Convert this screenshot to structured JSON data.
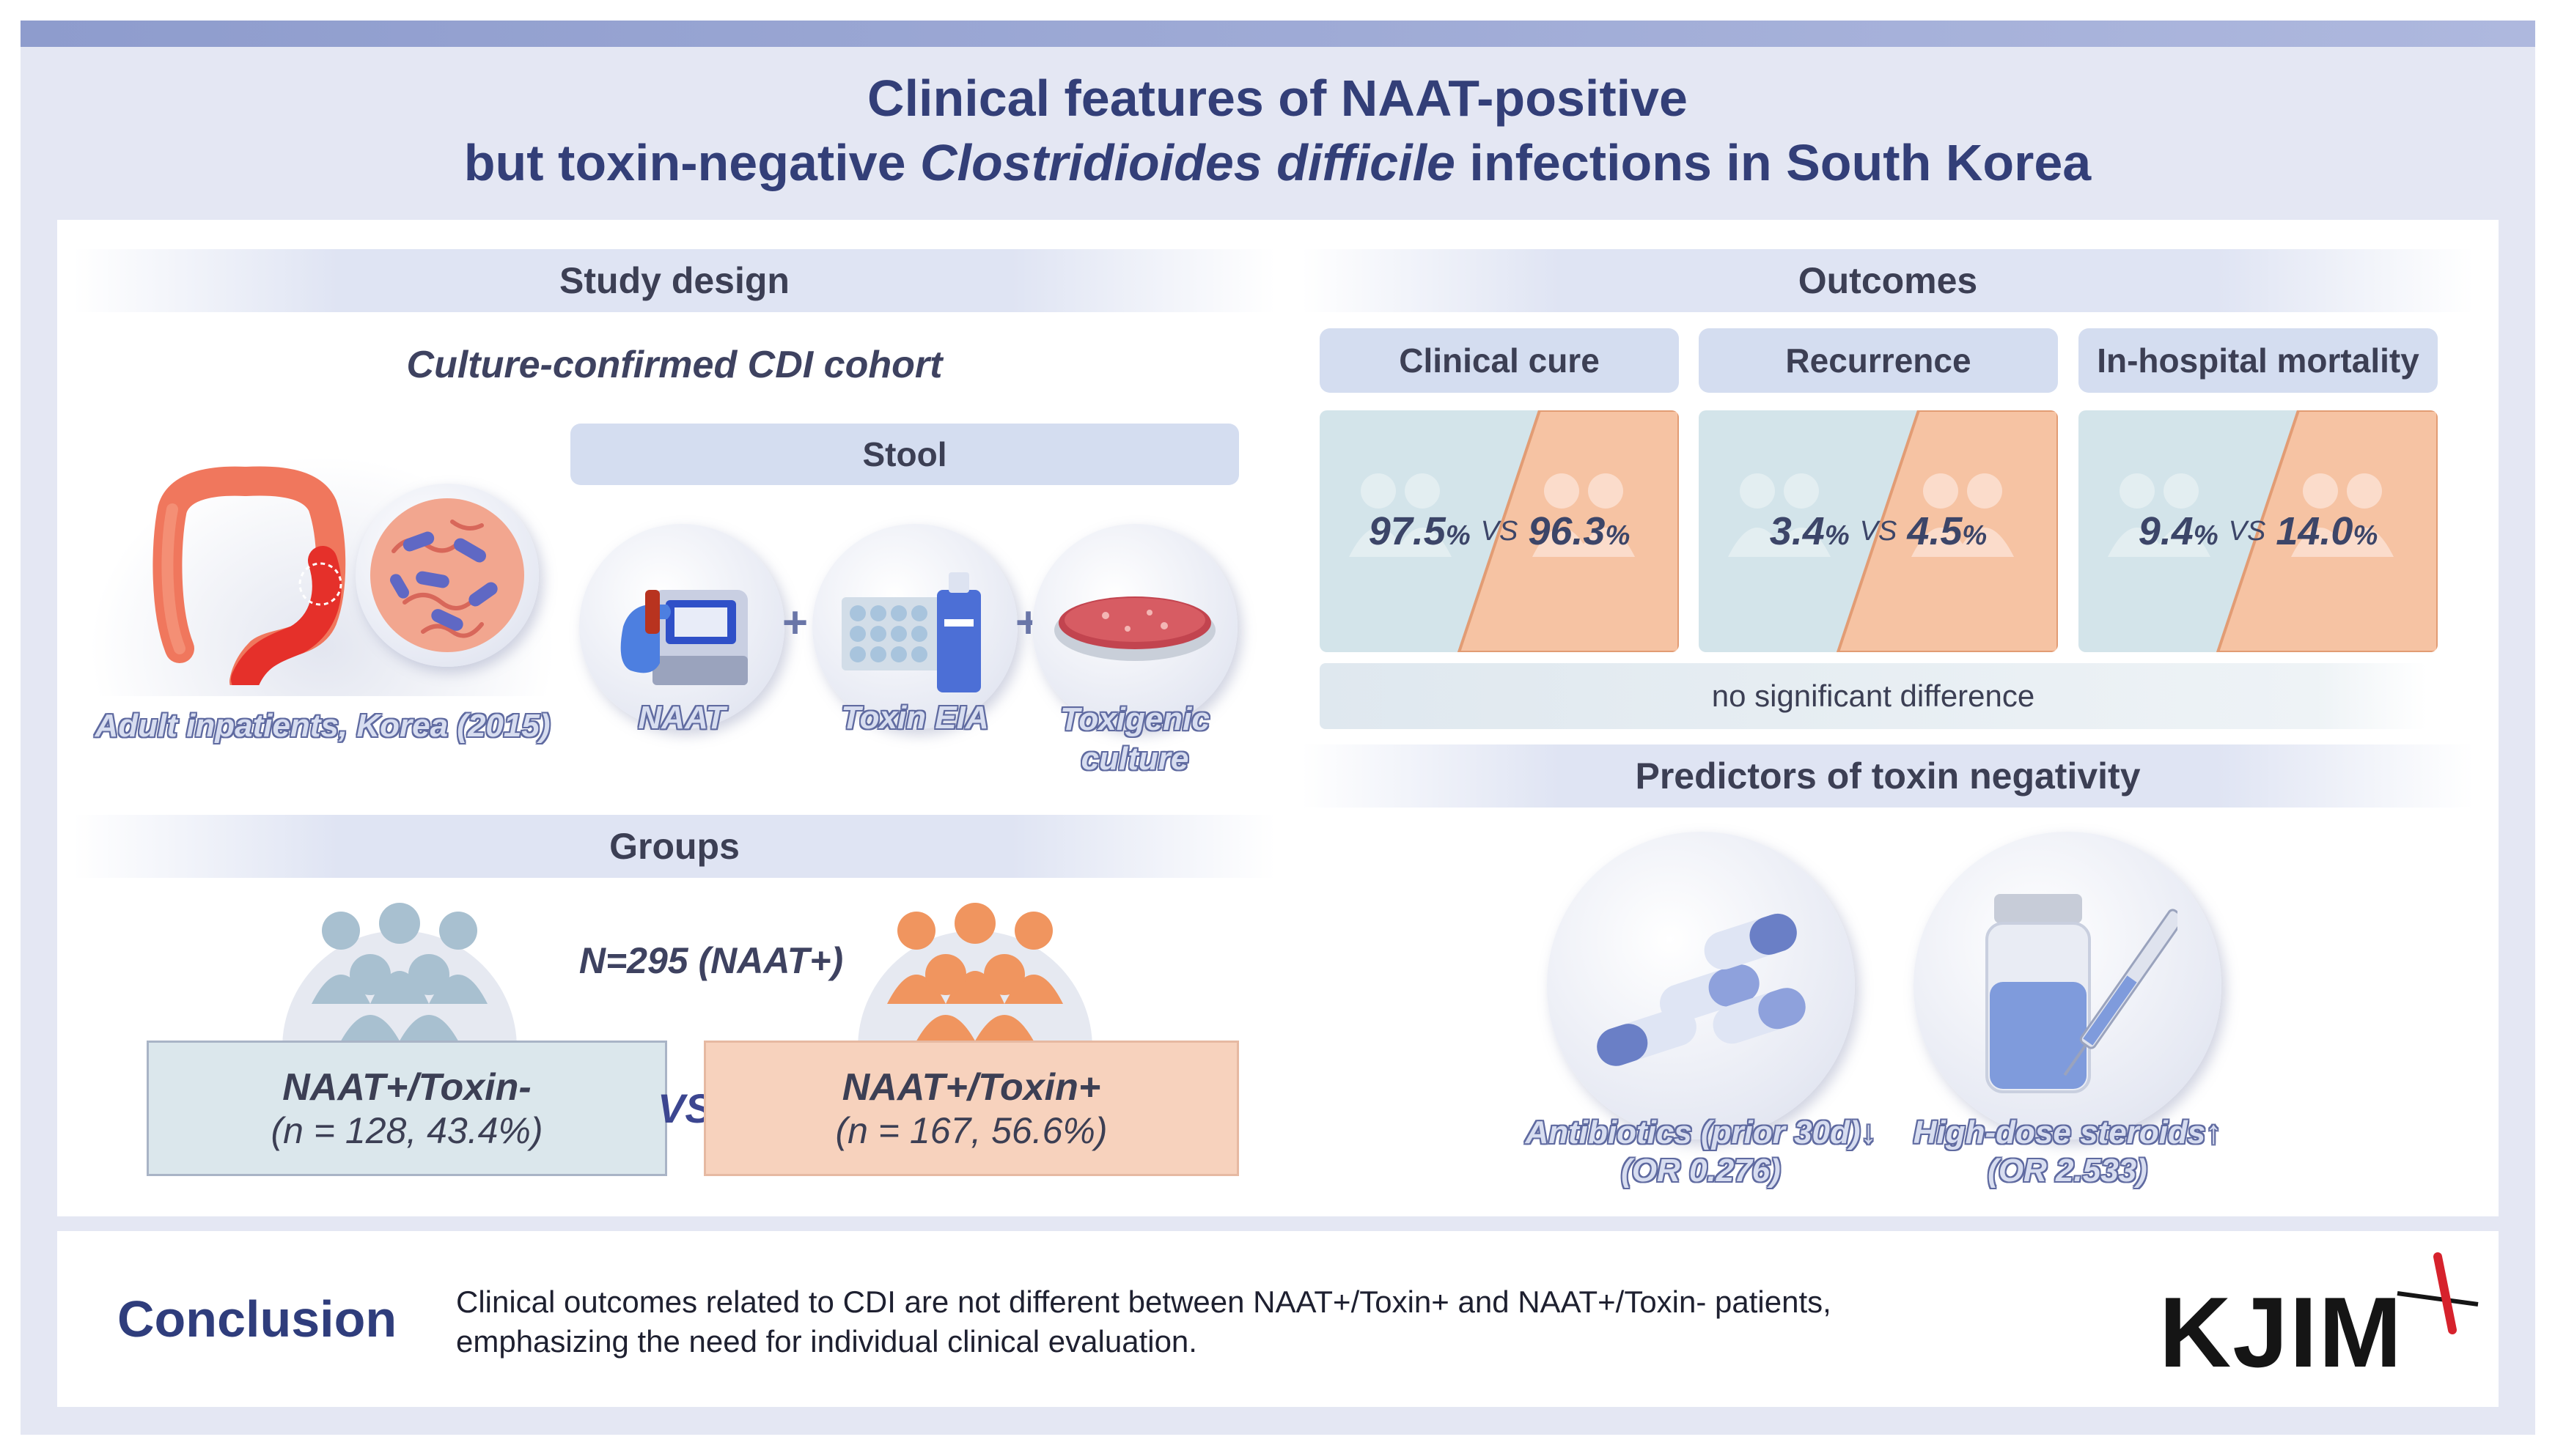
{
  "title": {
    "line1": "Clinical features of NAAT-positive",
    "line2_pre": "but toxin-negative ",
    "line2_italic": "Clostridioides difficile",
    "line2_post": " infections in South Korea"
  },
  "study_design": {
    "header": "Study design",
    "cohort": "Culture-confirmed CDI cohort",
    "stool_label": "Stool",
    "population_label": "Adult inpatients, Korea (2015)",
    "plus": "+",
    "tests": [
      {
        "label": "NAAT"
      },
      {
        "label": "Toxin EIA"
      },
      {
        "label_line1": "Toxigenic",
        "label_line2": "culture"
      }
    ]
  },
  "groups": {
    "header": "Groups",
    "total": "N=295 (NAAT+)",
    "vs": "VS",
    "negative": {
      "name": "NAAT+/Toxin-",
      "detail": "(n = 128, 43.4%)",
      "color": "#dbe7ec"
    },
    "positive": {
      "name": "NAAT+/Toxin+",
      "detail": "(n = 167, 56.6%)",
      "color": "#f7d2bd"
    }
  },
  "outcomes": {
    "header": "Outcomes",
    "vs": "VS",
    "pct": "%",
    "items": [
      {
        "label": "Clinical cure",
        "neg": "97.5",
        "pos": "96.3"
      },
      {
        "label": "Recurrence",
        "neg": "3.4",
        "pos": "4.5"
      },
      {
        "label": "In-hospital mortality",
        "neg": "9.4",
        "pos": "14.0"
      }
    ],
    "note": "no significant difference",
    "colors": {
      "neg": "#d3e4ea",
      "pos": "#f6c3a3",
      "neg_people": "#e3eef1",
      "pos_people": "#fbdccb"
    }
  },
  "predictors": {
    "header": "Predictors of toxin negativity",
    "items": [
      {
        "label": "Antibiotics (prior 30d)",
        "arrow": "↓",
        "or": "(OR 0.276)"
      },
      {
        "label": "High-dose steroids",
        "arrow": "↑",
        "or": "(OR 2.533)"
      }
    ]
  },
  "conclusion": {
    "title": "Conclusion",
    "line1": "Clinical outcomes related to CDI are not different between NAAT+/Toxin+ and NAAT+/Toxin- patients,",
    "line2": "emphasizing the need for individual clinical evaluation."
  },
  "logo": {
    "text": "KJIM",
    "accent": "#d6222c"
  },
  "colors": {
    "title": "#333f78",
    "accent_blue": "#3c4690",
    "frame": "#e4e7f3"
  }
}
